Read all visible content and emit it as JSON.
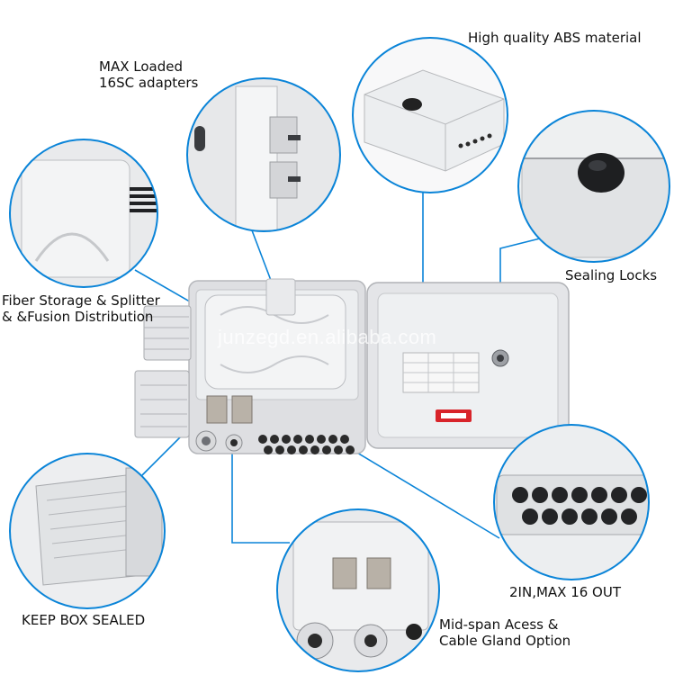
{
  "labels": {
    "max_loaded_line1": "MAX Loaded",
    "max_loaded_line2": "16SC adapters",
    "abs": "High quality ABS material",
    "fiber_line1": "Fiber Storage & Splitter",
    "fiber_line2": "& &Fusion Distribution",
    "sealing_locks": "Sealing Locks",
    "in_out": "2IN,MAX 16 OUT",
    "keep_sealed": "KEEP BOX SEALED",
    "midspan_line1": "Mid-span Acess &",
    "midspan_line2": "Cable Gland Option"
  },
  "watermark": "junzegd.en.alibaba.com",
  "colors": {
    "callout_ring": "#0a84d8",
    "box_body": "#e6e7e9",
    "port_dark": "#2b2b2b"
  }
}
